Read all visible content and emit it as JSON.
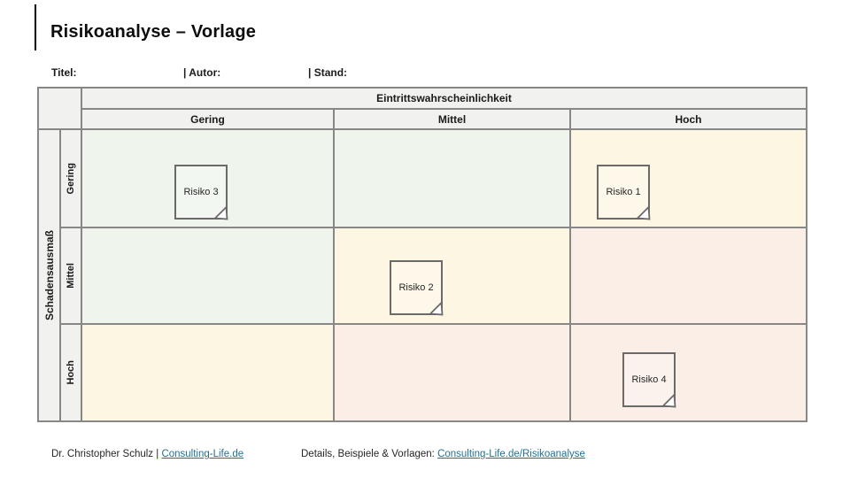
{
  "page": {
    "title": "Risikoanalyse – Vorlage"
  },
  "meta": {
    "titel": "Titel:",
    "autor": "| Autor:",
    "stand": "| Stand:"
  },
  "matrix": {
    "x_axis_title": "Eintrittswahrscheinlichkeit",
    "y_axis_title": "Schadensausmaß",
    "column_headers": [
      "Gering",
      "Mittel",
      "Hoch"
    ],
    "row_headers": [
      "Gering",
      "Mittel",
      "Hoch"
    ],
    "cell_colors": [
      [
        "#EFF4EC",
        "#EFF4EC",
        "#FDF6E2"
      ],
      [
        "#EFF4EC",
        "#FDF6E2",
        "#FAEEE7"
      ],
      [
        "#FDF6E2",
        "#FAEEE7",
        "#FAEEE7"
      ]
    ],
    "notes": [
      {
        "label": "Risiko 3",
        "impact": "Gering",
        "probability": "Gering"
      },
      {
        "label": "Risiko 1",
        "impact": "Gering",
        "probability": "Hoch"
      },
      {
        "label": "Risiko 2",
        "impact": "Mittel",
        "probability": "Mittel"
      },
      {
        "label": "Risiko 4",
        "impact": "Hoch",
        "probability": "Hoch"
      }
    ]
  },
  "footer": {
    "author_text": "Dr. Christopher Schulz | ",
    "author_link": "Consulting-Life.de",
    "details_text": "Details, Beispiele & Vorlagen: ",
    "details_link": "Consulting-Life.de/Risikoanalyse"
  },
  "colors": {
    "accent_bar": "#000000",
    "header_bg": "#F1F1F0",
    "border": "#878785",
    "link": "#1E7295",
    "risk_low": "#EFF4EC",
    "risk_medium": "#FDF6E2",
    "risk_high": "#FAEEE7"
  }
}
